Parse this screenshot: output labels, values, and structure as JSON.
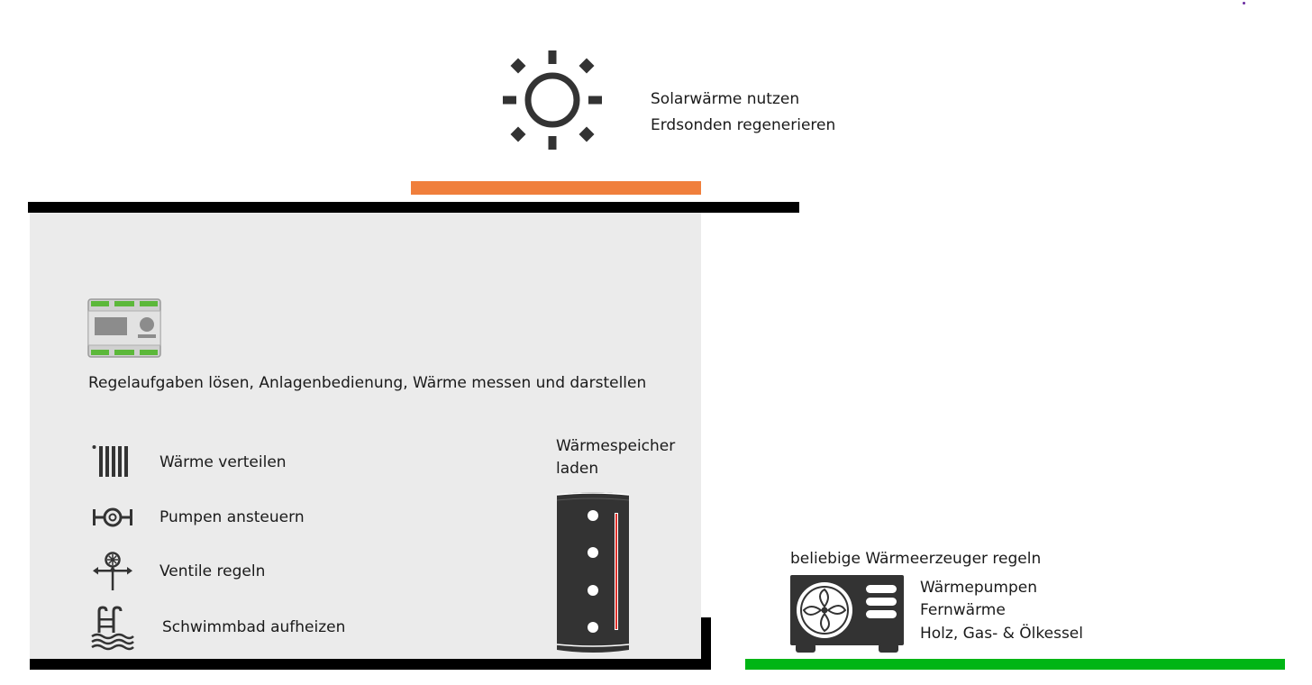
{
  "solar": {
    "line1": "Solarwärme nutzen",
    "line2": "Erdsonden regenerieren",
    "icon": "sun-icon"
  },
  "controller": {
    "icon": "controller-device-icon",
    "caption": "Regelaufgaben lösen, Anlagenbedienung, Wärme messen und darstellen"
  },
  "features": [
    {
      "icon": "radiator-icon",
      "label": "Wärme verteilen"
    },
    {
      "icon": "pump-icon",
      "label": "Pumpen ansteuern"
    },
    {
      "icon": "valve-icon",
      "label": "Ventile regeln"
    },
    {
      "icon": "pool-icon",
      "label": "Schwimmbad aufheizen"
    }
  ],
  "storage": {
    "label_line1": "Wärmespeicher",
    "label_line2": "laden",
    "icon": "heat-storage-tank-icon"
  },
  "generators": {
    "title": "beliebige Wärmeerzeuger regeln",
    "icon": "heat-pump-icon",
    "items": [
      "Wärmepumpen",
      "Fernwärme",
      "Holz, Gas- & Ölkessel"
    ]
  },
  "colors": {
    "solar_bar": "#f07f3c",
    "generator_bar": "#00b515",
    "house_panel": "#ebebeb",
    "icon_dark": "#333333",
    "controller_green": "#5cb83a",
    "tank_sensor_red": "#e0302a"
  }
}
